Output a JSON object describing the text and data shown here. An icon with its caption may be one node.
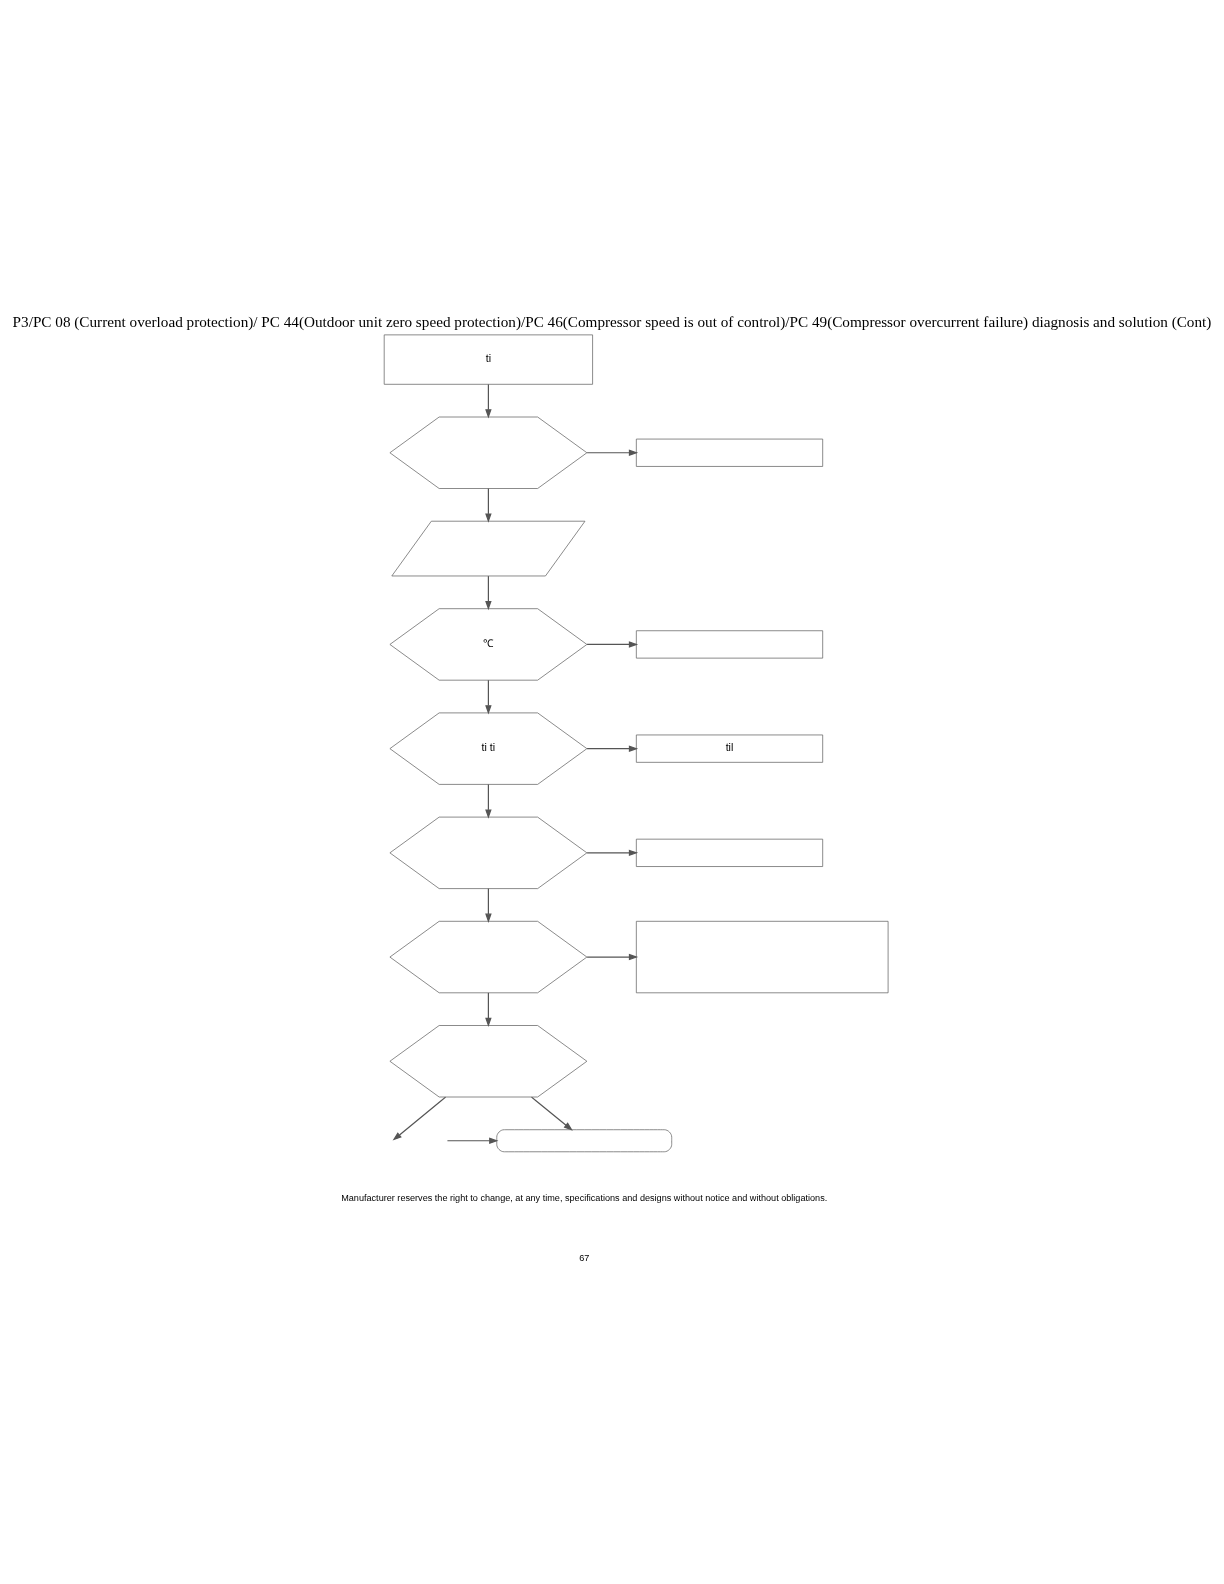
{
  "diagram": {
    "title": "P3/PC 08 (Current overload protection)/ PC 44(Outdoor unit zero speed protection)/PC 46(Compressor speed is out of control)/PC 49(Compressor overcurrent failure) diagnosis and solution (Cont)",
    "caption": "Manufacturer reserves the right to change, at any time, specifications and designs without notice and without obligations.",
    "nodes": [
      {
        "text": [
          "ti"
        ]
      },
      {
        "text": [],
        "shape": "hexagon"
      },
      {
        "text": [],
        "shape": "box"
      },
      {
        "text": [],
        "shape": "parallelogram"
      },
      {
        "text": [
          "℃"
        ]
      },
      {
        "text": [],
        "shape": "box"
      },
      {
        "text": [
          "ti ti"
        ]
      },
      {
        "text": [
          "til"
        ]
      },
      {
        "text": [],
        "shape": "hexagon"
      },
      {
        "text": [],
        "shape": "box"
      },
      {
        "text": [],
        "shape": "hexagon"
      },
      {
        "text": [],
        "shape": "box"
      },
      {
        "text": [],
        "shape": "hexagon"
      },
      {
        "text": [],
        "shape": "pill"
      }
    ],
    "edges": [
      {
        "from": 0,
        "to": 1,
        "arrow": "to"
      },
      {
        "from": 1,
        "to": 2,
        "arrow": "to"
      },
      {
        "from": 1,
        "to": 3,
        "arrow": "to"
      },
      {
        "from": 3,
        "to": 4,
        "arrow": "to"
      },
      {
        "from": 4,
        "to": 5,
        "arrow": "to"
      },
      {
        "from": 4,
        "to": 6,
        "arrow": "to"
      },
      {
        "from": 6,
        "to": 7,
        "arrow": "to"
      },
      {
        "from": 6,
        "to": 8,
        "arrow": "to"
      },
      {
        "from": 8,
        "to": 9,
        "arrow": "to"
      },
      {
        "from": 8,
        "to": 10,
        "arrow": "to"
      },
      {
        "from": 10,
        "to": 11,
        "arrow": "to"
      },
      {
        "from": 10,
        "to": 12,
        "arrow": "to"
      },
      {
        "from": 12,
        "to": 13,
        "arrow": "to"
      },
      {
        "from": 12,
        "to": null,
        "arrow": "to"
      },
      {
        "from": null,
        "to": 13,
        "arrow": "to"
      }
    ],
    "labels": [
      "67"
    ]
  }
}
